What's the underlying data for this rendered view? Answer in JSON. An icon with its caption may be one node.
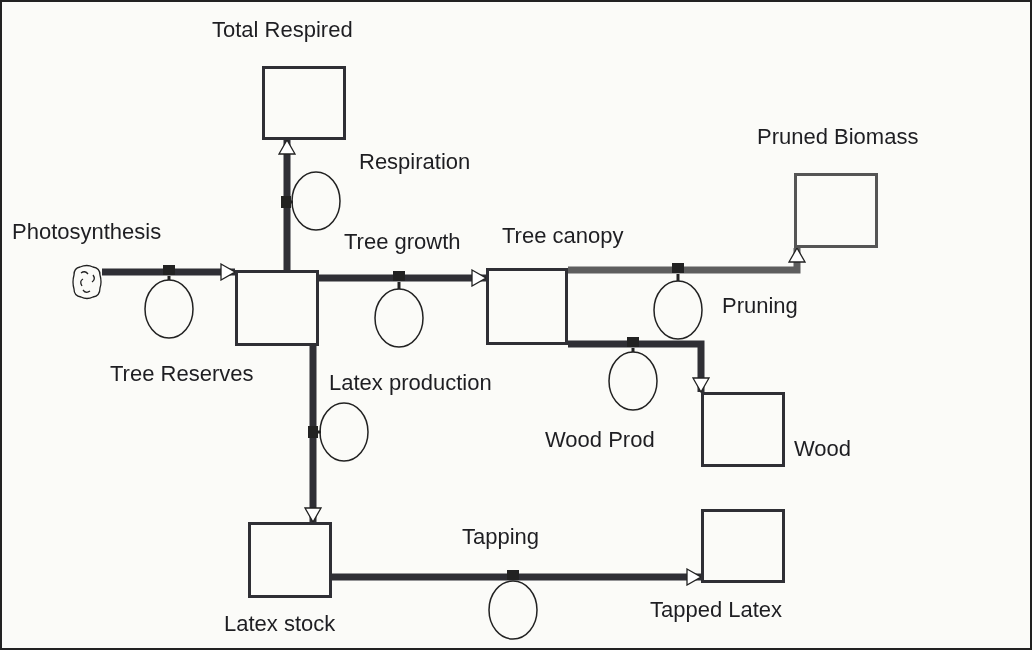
{
  "diagram": {
    "nodes": [
      {
        "text": [
          "Total Respired"
        ]
      },
      {
        "text": [
          "Respiration"
        ]
      },
      {
        "text": [
          "Pruned Biomass"
        ]
      },
      {
        "text": [
          "Photosynthesis"
        ]
      },
      {
        "text": [],
        "shape": "cloud"
      },
      {
        "text": [
          "Tree Reserves"
        ]
      },
      {
        "text": [
          "Tree growth"
        ]
      },
      {
        "text": [
          "Tree canopy"
        ]
      },
      {
        "text": [
          "Pruning"
        ]
      },
      {
        "text": [
          "Latex production"
        ]
      },
      {
        "text": [
          "Wood Prod"
        ]
      },
      {
        "text": [
          "Wood"
        ]
      },
      {
        "text": [
          "Latex stock"
        ]
      },
      {
        "text": [
          "Tapping"
        ]
      },
      {
        "text": [
          "Tapped Latex"
        ]
      }
    ],
    "edges": [
      {
        "from": 4,
        "to": 5,
        "arrow": "to"
      },
      {
        "from": 5,
        "to": 0,
        "arrow": "to"
      },
      {
        "from": 5,
        "to": 7,
        "arrow": "to"
      },
      {
        "from": 5,
        "to": 12,
        "arrow": "to"
      },
      {
        "from": 7,
        "to": 2,
        "arrow": "to",
        "color": "#5e5e5e"
      },
      {
        "from": 7,
        "to": 11,
        "arrow": "to"
      },
      {
        "from": 12,
        "to": 14,
        "arrow": "to"
      }
    ]
  }
}
